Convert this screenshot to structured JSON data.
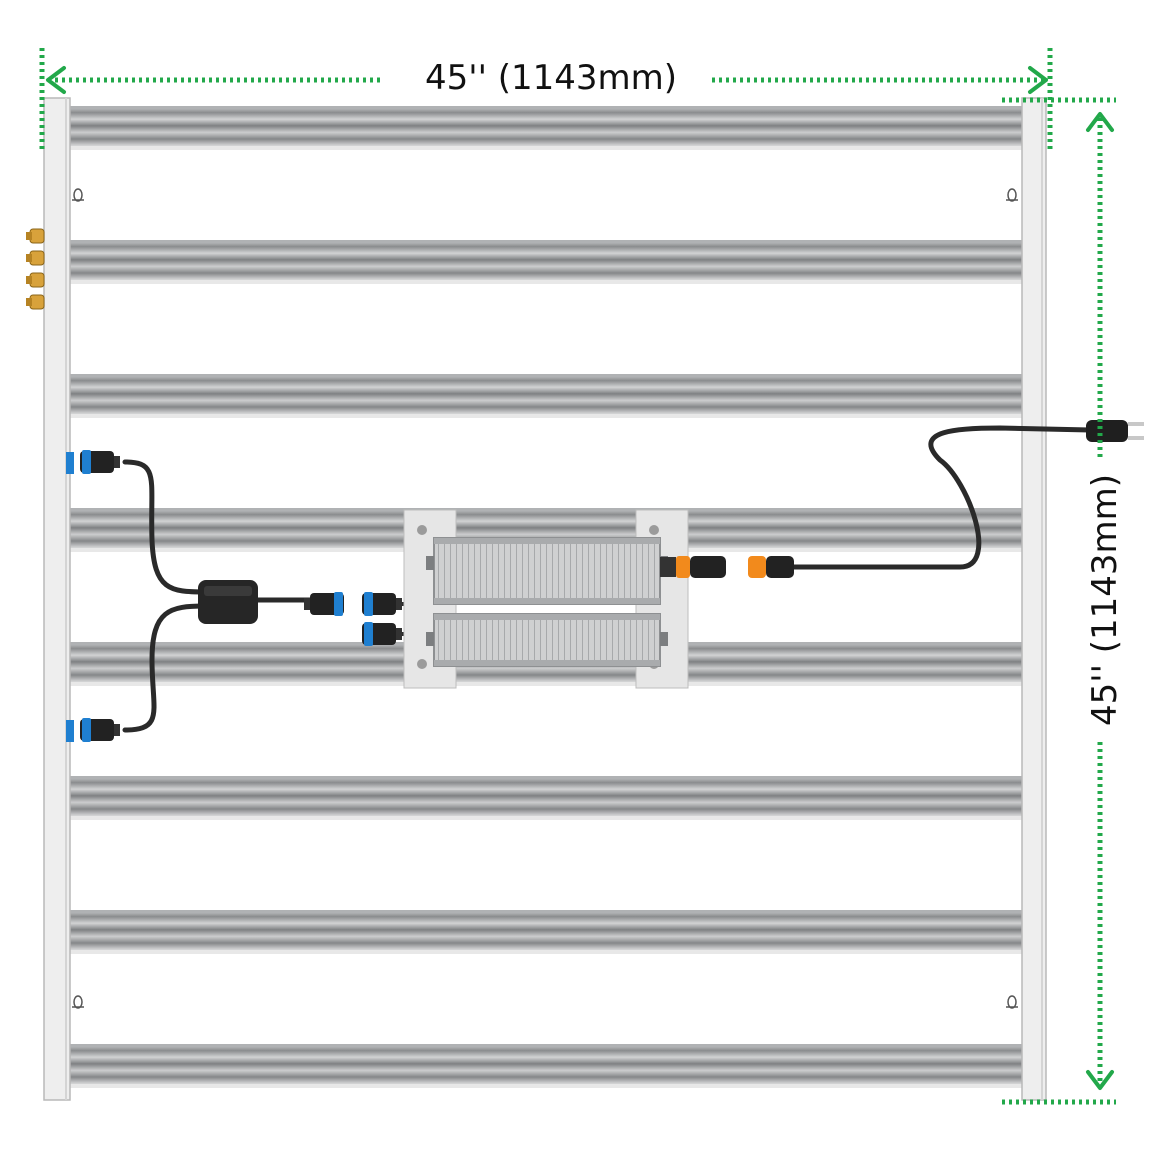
{
  "diagram": {
    "width_label": "45'' (1143mm)",
    "height_label": "45'' (1143mm)",
    "bar_count": 8,
    "colors": {
      "dimension": "#22a84a",
      "bar_dark": "#7d7f81",
      "bar_light": "#d9dadb",
      "rail": "#eeeeee",
      "rail_edge": "#b8b8b8",
      "cable": "#2a2a2a",
      "connector_blue": "#1f7fd0",
      "connector_orange": "#f28a1c",
      "driver": "#c9cacb",
      "plate": "#e6e6e6"
    }
  }
}
